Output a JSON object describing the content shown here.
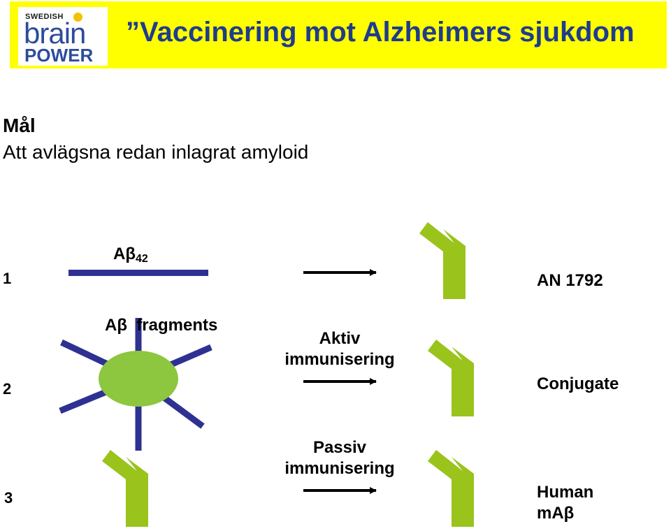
{
  "header": {
    "title": "”Vaccinering mot Alzheimers sjukdom",
    "logo": {
      "top": "SWEDISH",
      "middle": "brain",
      "bottom": "POWER"
    }
  },
  "goal": {
    "heading": "Mål",
    "text": "Att avlägsna redan inlagrat amyloid"
  },
  "rows": [
    {
      "number": "1",
      "left_label_main": "Aβ",
      "left_label_sub": "42",
      "result": "AN 1792"
    },
    {
      "number": "2",
      "left_label": "Aβ  fragments",
      "result": "Conjugate"
    },
    {
      "number": "3",
      "result_line1": "Human",
      "result_line2": "mAβ"
    }
  ],
  "arrows": {
    "active": {
      "line1": "Aktiv",
      "line2": "immunisering"
    },
    "passive": {
      "line1": "Passiv",
      "line2": "immunisering"
    }
  },
  "colors": {
    "header_bg": "#ffff00",
    "title": "#1f3c8c",
    "peptide": "#2e3192",
    "antibody": "#9ac31c",
    "carrier": "#8dc63f"
  }
}
